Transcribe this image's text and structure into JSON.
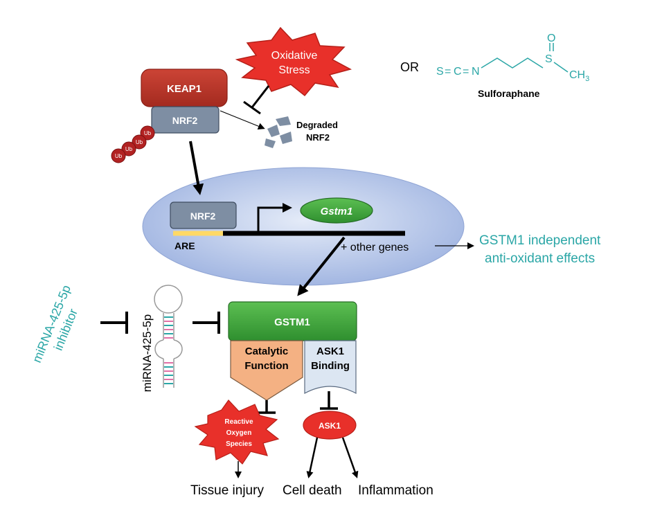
{
  "stress": {
    "label_line1": "Oxidative",
    "label_line2": "Stress"
  },
  "or_label": "OR",
  "sulforaphane": {
    "name": "Sulforaphane",
    "s1": "S",
    "eq1": "=",
    "c": "C",
    "eq2": "=",
    "n": "N",
    "s2": "S",
    "o": "O",
    "ch3": "CH",
    "ch3_sub": "3"
  },
  "keap1": "KEAP1",
  "nrf2_cyto": "NRF2",
  "ub": [
    "Ub",
    "Ub",
    "Ub",
    "Ub"
  ],
  "degraded": {
    "line1": "Degraded",
    "line2": "NRF2"
  },
  "nucleus": {
    "nrf2": "NRF2",
    "are": "ARE",
    "gene": "Gstm1",
    "other_genes": "+ other genes"
  },
  "independent": {
    "line1": "GSTM1 independent",
    "line2": "anti-oxidant effects"
  },
  "inhibitor": {
    "line1": "miRNA-425-5p",
    "line2": "inhibitor"
  },
  "mirna_label": "miRNA-425-5p",
  "gstm1": "GSTM1",
  "catalytic": {
    "line1": "Catalytic",
    "line2": "Function"
  },
  "ask1_binding": {
    "line1": "ASK1",
    "line2": "Binding"
  },
  "ros": {
    "line1": "Reactive",
    "line2": "Oxygen",
    "line3": "Species"
  },
  "ask1": "ASK1",
  "outcomes": {
    "tissue": "Tissue injury",
    "death": "Cell death",
    "inflammation": "Inflammation"
  },
  "colors": {
    "keap1": "#c0392b",
    "nrf2": "#7e8ea3",
    "ub": "#b22222",
    "stress": "#e8302a",
    "gstm1_green": "#3da63d",
    "nucleus": "#aebfe6",
    "teal": "#2aa6a6",
    "catalytic": "#f4b183",
    "ask1_binding": "#dce6f2",
    "are_yellow": "#ffd966"
  }
}
